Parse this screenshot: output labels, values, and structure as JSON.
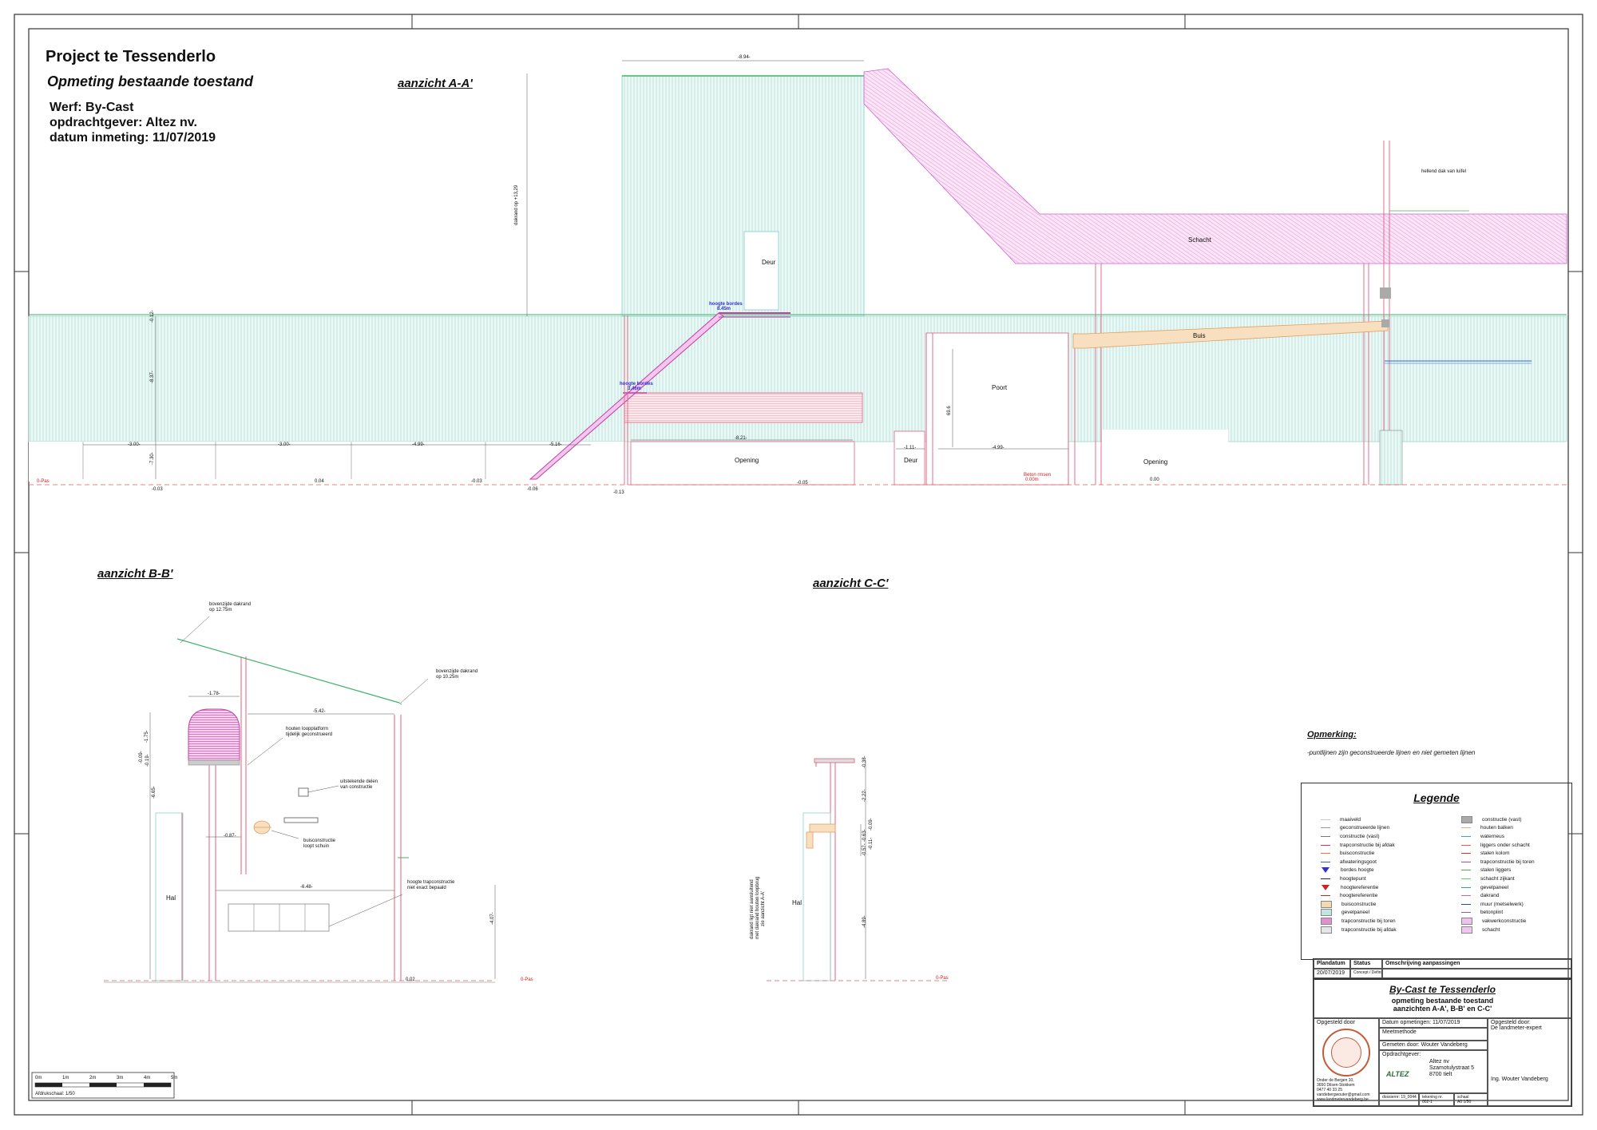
{
  "header": {
    "title": "Project te Tessenderlo",
    "subtitle": "Opmeting bestaande toestand",
    "werf": "Werf: By-Cast",
    "opdrachtgever": "opdrachtgever: Altez nv.",
    "datum": "datum inmeting: 11/07/2019"
  },
  "views": {
    "aa": "aanzicht A-A'",
    "bb": "aanzicht B-B'",
    "cc": "aanzicht C-C'"
  },
  "aa_labels": {
    "dakrand": "dakrand op +13,29",
    "deur_top": "Deur",
    "hoogte_bordes_1": "hoogte bordes",
    "hoogte_bordes_1_val": "8.45m",
    "hoogte_bordes_2": "hoogte bordes",
    "hoogte_bordes_2_val": "3.46m",
    "opening_1": "Opening",
    "deur_bottom": "Deur",
    "poort": "Poort",
    "opening_2": "Opening",
    "schacht": "Schacht",
    "buis": "Buis",
    "hellend_dak": "hellend dak van luifel",
    "beton": "Beton rmsen",
    "beton_val": "0.00m",
    "opas": "0-Pas",
    "d_top": "-8.94-",
    "d1": "-3.00-",
    "d2": "-3.00-",
    "d3": "-4.99-",
    "d4": "-5.16-",
    "d5": "-8.21-",
    "d6": "-1.11-",
    "d7": "-4.99-",
    "v1": "-8.37-",
    "v2": "-7.30-",
    "v3": "-0.12-",
    "v4": "69.6",
    "e1": "0.04",
    "e2": "-0.03",
    "e3": "-0.06",
    "e4": "-0.13",
    "e5": "-0.05",
    "e6": "0.00",
    "e7": "-0.03"
  },
  "bb_labels": {
    "dakrand_1": "bovenzijde dakrand",
    "dakrand_1_val": "op 12.75m",
    "dakrand_2": "bovenzijde dakrand",
    "dakrand_2_val": "op 10.25m",
    "looppl_1": "houten loopplatform",
    "looppl_2": "tijdelijk geconstrueerd",
    "uitstek_1": "uitstekende delen",
    "uitstek_2": "van constructie",
    "buis_1": "buisconstructie",
    "buis_2": "loopt schuin",
    "trap_1": "hoogte trapconstructie",
    "trap_2": "niet exact bepaald",
    "hal": "Hal",
    "opas": "0-Pas",
    "d1": "-1.78-",
    "d2": "-5.42-",
    "d3": "-6.48-",
    "d4": "-0.87-",
    "v1": "-1.75-",
    "v2": "-0.09-",
    "v3": "-0.19-",
    "v4": "-6.65-",
    "v5": "-4.07-",
    "e1": "0.02"
  },
  "cc_labels": {
    "hal": "Hal",
    "opas": "0-Pas",
    "side_note_1": "dakrand ligt niet aansluitend",
    "side_note_2": "met dakrand houten loopbrug",
    "side_note_3": "zie aanzicht A-A'",
    "v1": "-0.38-",
    "v2": "-2.22-",
    "v3": "-0.09-",
    "v4": "-0.57-",
    "v5": "-0.11-",
    "v6": "-0.63-",
    "v7": "-4.89-"
  },
  "remark": {
    "heading": "Opmerking:",
    "text": "-puntlijnen zijn geconstrueerde lijnen en niet gemeten lijnen"
  },
  "legend": {
    "title": "Legende",
    "left": [
      {
        "label": "maaiveld",
        "color": "#c8c8c8",
        "kind": "line"
      },
      {
        "label": "geconstrueerde lijnen",
        "color": "#999999",
        "kind": "line"
      },
      {
        "label": "constructie (vast)",
        "color": "#777777",
        "kind": "line"
      },
      {
        "label": "trapconstructie bij afdak",
        "color": "#cc3366",
        "kind": "line"
      },
      {
        "label": "buisconstructie",
        "color": "#e08040",
        "kind": "line"
      },
      {
        "label": "afwateringsgoot",
        "color": "#3366cc",
        "kind": "line"
      },
      {
        "label": "bordes hoogte",
        "color": "#3333cc",
        "kind": "tri"
      },
      {
        "label": "hoogtepunt",
        "color": "#222222",
        "kind": "line"
      },
      {
        "label": "hoogtereferentie",
        "color": "#cc2222",
        "kind": "tri"
      },
      {
        "label": "hoogtereferentie",
        "color": "#cc2222",
        "kind": "line"
      },
      {
        "label": "buisconstructie",
        "color": "#f5d9b0",
        "kind": "fill"
      },
      {
        "label": "gevelpaneel",
        "color": "#bfe6e0",
        "kind": "fill"
      },
      {
        "label": "trapconstructie bij toren",
        "color": "#e38fd0",
        "kind": "fill"
      },
      {
        "label": "trapconstructie bij afdak",
        "color": "#e6e6e6",
        "kind": "fill"
      }
    ],
    "right": [
      {
        "label": "constructie (vast)",
        "color": "#aaaaaa",
        "kind": "fill"
      },
      {
        "label": "houten balken",
        "color": "#e0b080",
        "kind": "line"
      },
      {
        "label": "waterneus",
        "color": "#33aacc",
        "kind": "line"
      },
      {
        "label": "liggers onder schacht",
        "color": "#e06060",
        "kind": "line"
      },
      {
        "label": "stalen kolom",
        "color": "#cc3333",
        "kind": "line"
      },
      {
        "label": "trapconstructie bij toren",
        "color": "#d040a0",
        "kind": "line"
      },
      {
        "label": "stalen liggers",
        "color": "#55aa55",
        "kind": "line"
      },
      {
        "label": "schacht zijkant",
        "color": "#66cc66",
        "kind": "line"
      },
      {
        "label": "gevelpaneel",
        "color": "#2aa7a0",
        "kind": "line"
      },
      {
        "label": "dakrand",
        "color": "#d060d0",
        "kind": "line"
      },
      {
        "label": "muur (metselwerk)",
        "color": "#334499",
        "kind": "line"
      },
      {
        "label": "betonplint",
        "color": "#886699",
        "kind": "line"
      },
      {
        "label": "vakwerkconstructie",
        "color": "#f0c0f0",
        "kind": "fill"
      },
      {
        "label": "schacht",
        "color": "#f3c6ef",
        "kind": "fill"
      }
    ]
  },
  "titleblock": {
    "h_plandatum": "Plandatum",
    "h_status": "Status",
    "h_omschrijving": "Omschrijving aanpassingen",
    "plandatum": "20/07/2019",
    "status": "Concept / Definitief",
    "project": "By-Cast te Tessenderlo",
    "desc_1": "opmeting bestaande toestand",
    "desc_2": "aanzichten A-A', B-B' en C-C'",
    "opgesteld": "Opgesteld door",
    "datum_opm": "Datum opmetingen:   11/07/2019",
    "meetmethode": "Meetmethode",
    "gemeten": "Gemeten door: Wouter Vandeberg",
    "opdrachtgever": "Opdrachtgever:",
    "opdr_1": "Altez nv",
    "opdr_2": "Szamotulystraat 5",
    "opdr_3": "8700 tielt",
    "opgesteld_r": "Opgesteld door:",
    "expert": "De landmeter-expert",
    "ing": "Ing. Wouter Vandeberg",
    "addr_1": "Onder de Bergen 10,",
    "addr_2": "3650 Dilsen-Stokkem",
    "addr_3": "0477 40 33 25",
    "addr_4": "vandebergwouter@gmail.com",
    "addr_5": "www.landmetervandeberg.be",
    "dossier": "dossiernr: 19_0044",
    "tekening": "tekening nr.",
    "tekening_val": "002-1",
    "schaal": "schaal",
    "schaal_val": "A0 1/50",
    "logo_text": "ALTEZ"
  },
  "scalebar": {
    "label": "Afdrukschaal: 1/50",
    "ticks": [
      "0m",
      "1m",
      "2m",
      "3m",
      "4m",
      "5m"
    ]
  }
}
